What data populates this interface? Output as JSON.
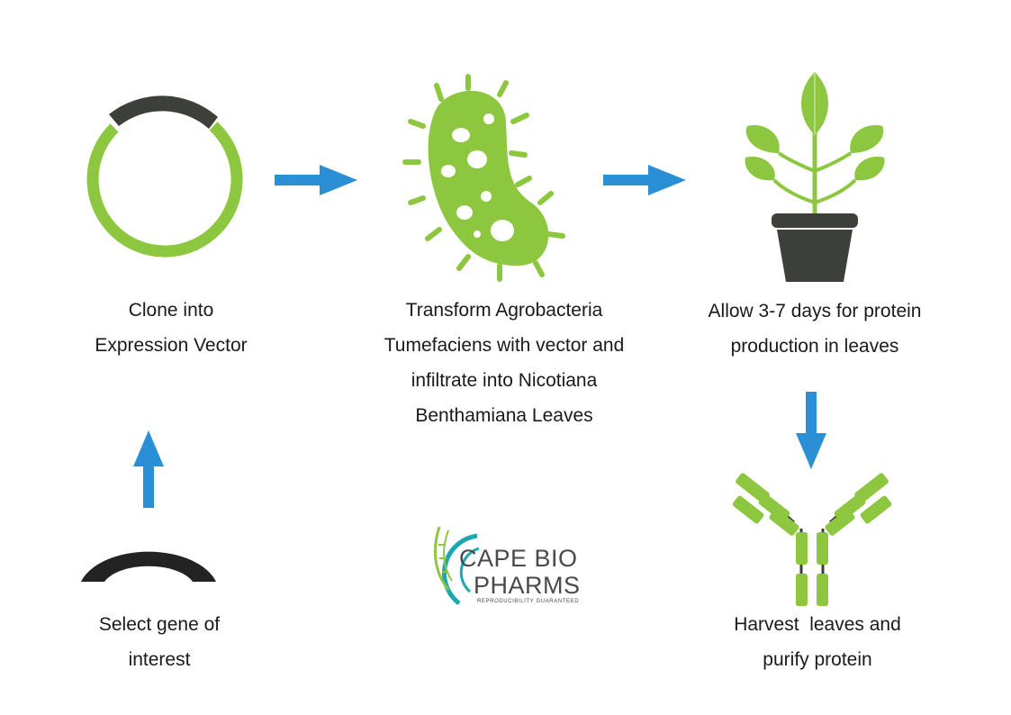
{
  "steps": {
    "select": {
      "text": "Select gene of interest",
      "line1": "Select gene of",
      "line2": "interest"
    },
    "clone": {
      "text": "Clone into Expression Vector",
      "line1": "Clone into",
      "line2": "Expression Vector"
    },
    "transform": {
      "text": "Transform Agrobacteria Tumefaciens with vector and infiltrate into Nicotiana Benthamiana Leaves",
      "line1": "Transform Agrobacteria",
      "line2": "Tumefaciens with vector and",
      "line3": "infiltrate into Nicotiana",
      "line4": "Benthamiana Leaves"
    },
    "grow": {
      "text": "Allow 3-7 days for protein production in leaves",
      "line1": "Allow 3-7 days for protein",
      "line2": "production in leaves"
    },
    "harvest": {
      "text": "Harvest leaves and purify protein",
      "line1": "Harvest  leaves and",
      "line2": "purify protein"
    }
  },
  "logo": {
    "line1": "CAPE BIO",
    "line2": "PHARMS",
    "tagline": "REPRODUCIBILITY GUARANTEED"
  },
  "icons": [
    "gene-fragment-icon",
    "plasmid-icon",
    "bacterium-icon",
    "plant-icon",
    "antibody-icon",
    "arrow-icon"
  ],
  "colors": {
    "green": "#8dc63f",
    "dark": "#3d3f3b",
    "arrow": "#2b8fd6",
    "teal": "#1aa7b0",
    "black": "#232323"
  }
}
